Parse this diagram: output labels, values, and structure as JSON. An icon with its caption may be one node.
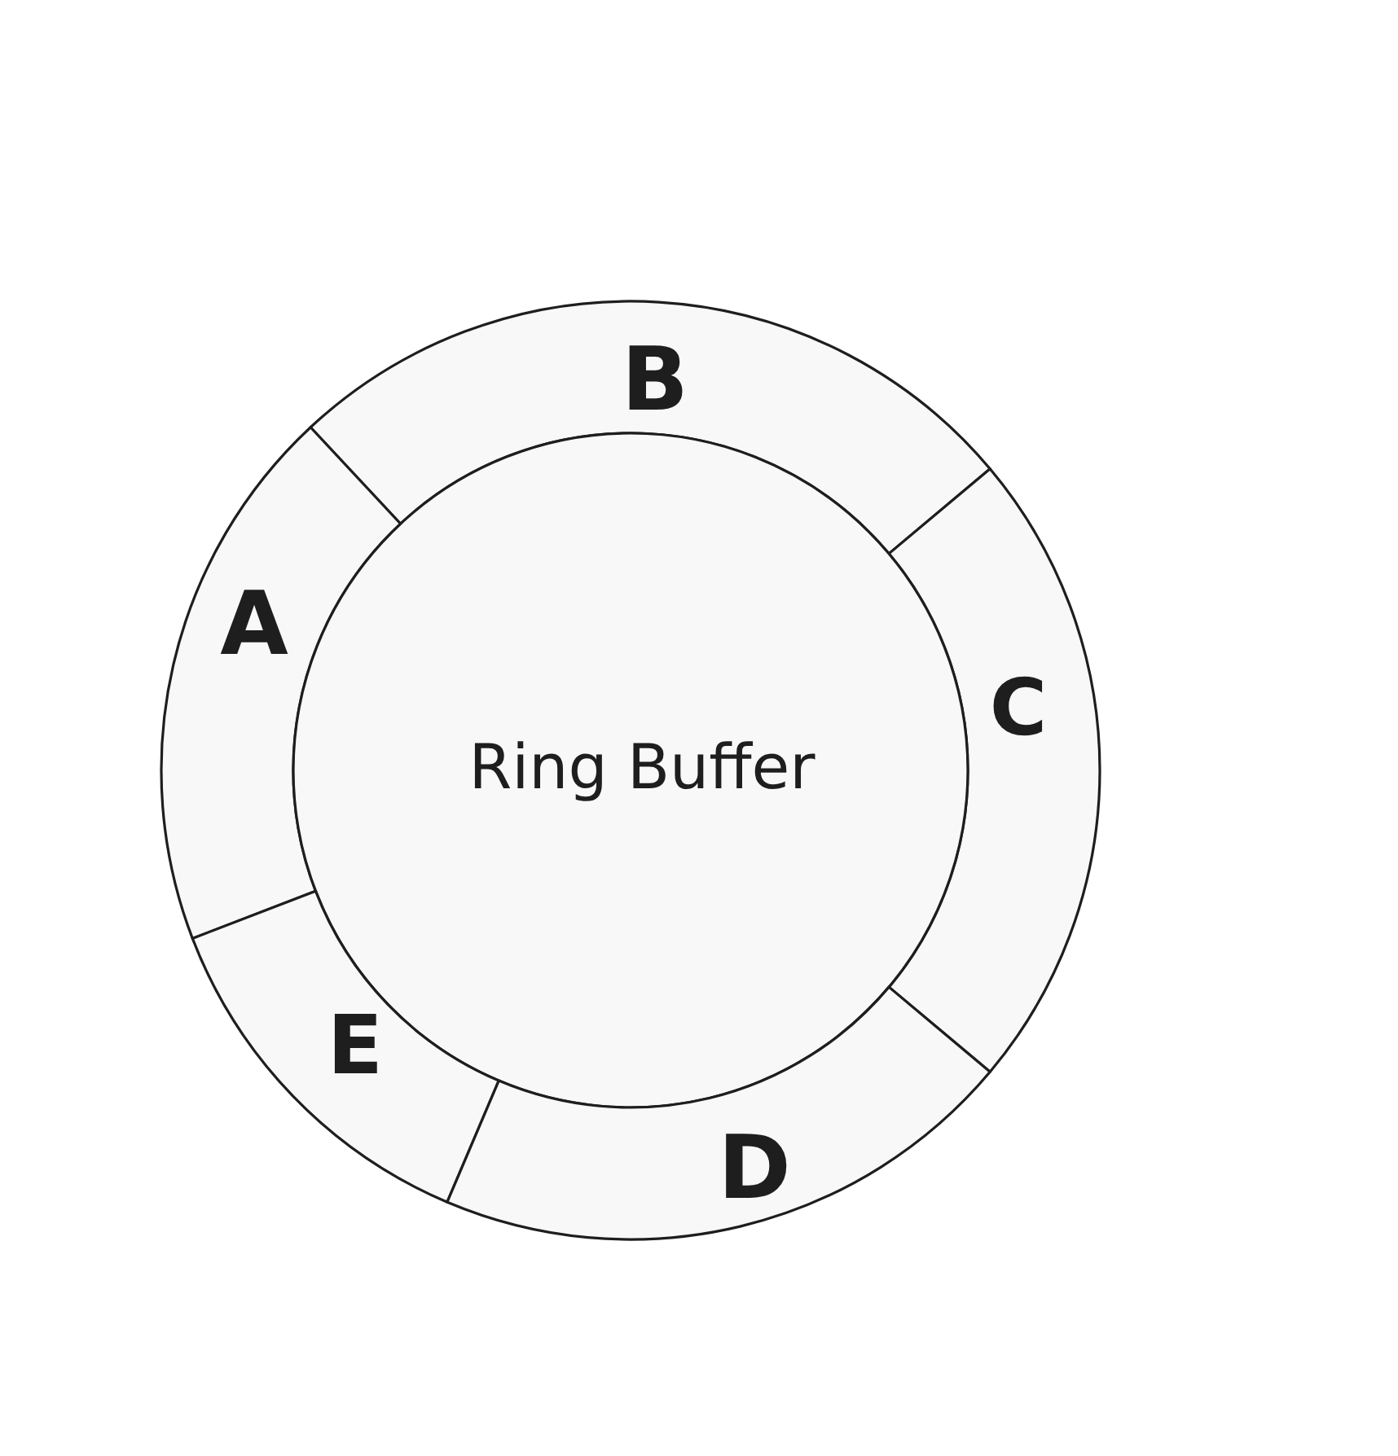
{
  "diagram": {
    "nodes": [
      {
        "text": [
          "B"
        ]
      },
      {
        "text": [
          "A"
        ]
      },
      {
        "text": [
          "C"
        ]
      },
      {
        "text": [
          "Ring Buffer"
        ]
      },
      {
        "text": [
          "E"
        ]
      },
      {
        "text": [
          "D"
        ]
      }
    ]
  }
}
